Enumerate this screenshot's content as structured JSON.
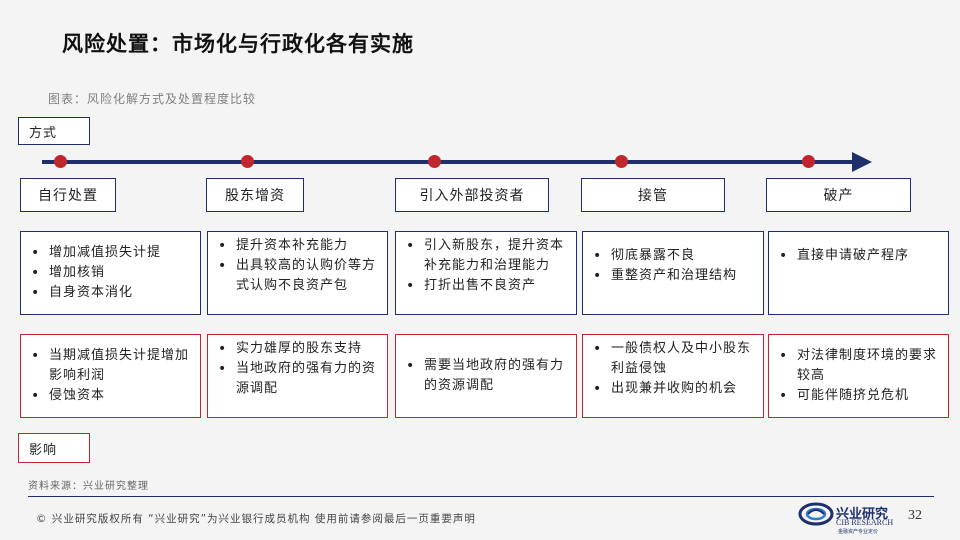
{
  "title": "风险处置：市场化与行政化各有实施",
  "caption": "图表：风险化解方式及处置程度比较",
  "labels": {
    "method": "方式",
    "impact": "影响"
  },
  "stages": [
    {
      "name": "自行处置",
      "methods": [
        "增加减值损失计提",
        "增加核销",
        "自身资本消化"
      ],
      "impacts": [
        "当期减值损失计提增加影响利润",
        "侵蚀资本"
      ]
    },
    {
      "name": "股东增资",
      "methods": [
        "提升资本补充能力",
        "出具较高的认购价等方式认购不良资产包"
      ],
      "impacts": [
        "实力雄厚的股东支持",
        "当地政府的强有力的资源调配"
      ]
    },
    {
      "name": "引入外部投资者",
      "methods": [
        "引入新股东，提升资本补充能力和治理能力",
        "打折出售不良资产"
      ],
      "impacts": [
        "需要当地政府的强有力的资源调配"
      ]
    },
    {
      "name": "接管",
      "methods": [
        "彻底暴露不良",
        "重整资产和治理结构"
      ],
      "impacts": [
        "一般债权人及中小股东利益侵蚀",
        "出现兼并收购的机会"
      ]
    },
    {
      "name": "破产",
      "methods": [
        "直接申请破产程序"
      ],
      "impacts": [
        "对法律制度环境的要求较高",
        "可能伴随挤兑危机"
      ]
    }
  ],
  "source": "资料来源：兴业研究整理",
  "footer": {
    "copyright": "©  兴业研究版权所有  “兴业研究”为兴业银行成员机构  使用前请参阅最后一页重要声明",
    "logo_cn": "兴业研究",
    "logo_en": "CIB RESEARCH",
    "logo_sub": "金融资产专业定价",
    "page": "32"
  },
  "colors": {
    "navy": "#1f2f6b",
    "red": "#c0262d",
    "background": "#f4f4f4"
  }
}
